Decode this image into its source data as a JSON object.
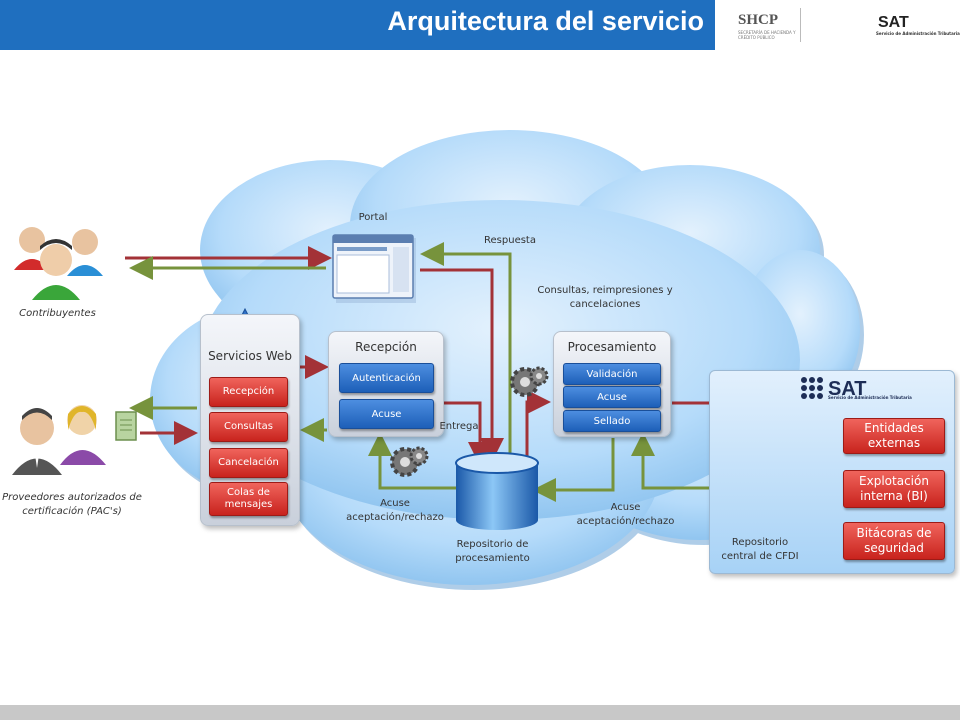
{
  "header": {
    "title": "Arquitectura del servicio",
    "shcp_logo": "SHCP",
    "shcp_subtitle": "SECRETARÍA DE HACIENDA Y CRÉDITO PÚBLICO",
    "sat_logo": "SAT",
    "sat_subtitle": "Servicio de Administración Tributaria"
  },
  "actors": {
    "contribuyentes": "Contribuyentes",
    "proveedores": "Proveedores autorizados de certificación (PAC's)"
  },
  "portal": {
    "label": "Portal"
  },
  "servicios_web": {
    "title": "Servicios Web",
    "items": [
      "Recepción",
      "Consultas",
      "Cancelación",
      "Colas de mensajes"
    ]
  },
  "recepcion": {
    "title": "Recepción",
    "items": [
      "Autenticación",
      "Acuse"
    ]
  },
  "procesamiento": {
    "title": "Procesamiento",
    "items": [
      "Validación",
      "Acuse",
      "Sellado"
    ]
  },
  "flow_labels": {
    "respuesta": "Respuesta",
    "consultas": "Consultas, reimpresiones y cancelaciones",
    "entrega": "Entrega",
    "acuse_left": "Acuse aceptación/rechazo",
    "acuse_right": "Acuse aceptación/rechazo",
    "repositorio_proc": "Repositorio de procesamiento",
    "repositorio_central": "Repositorio central de CFDI"
  },
  "sat_panel": {
    "logo": "SAT",
    "subtitle": "Servicio de Administración Tributaria",
    "items": [
      "Entidades externas",
      "Explotación interna (BI)",
      "Bitácoras de seguridad"
    ]
  },
  "colors": {
    "header": "#1f6fbf",
    "arrow_red": "#a33237",
    "arrow_green": "#77933c",
    "button_blue": "#2f72c8",
    "button_red": "#d6332c",
    "cloud": "#8fc5f2"
  }
}
